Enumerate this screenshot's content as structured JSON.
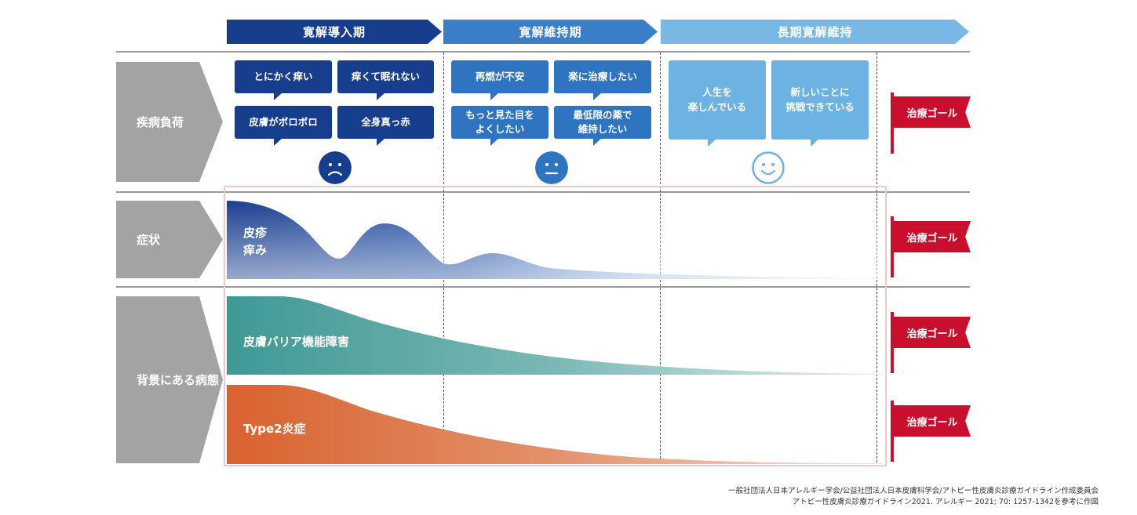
{
  "phases": [
    {
      "label": "寛解導入期",
      "color": "#173e8c"
    },
    {
      "label": "寛解維持期",
      "color": "#3a7fc8"
    },
    {
      "label": "長期寛解維持",
      "color": "#79b8e4"
    }
  ],
  "rows": {
    "burden": "疾病負荷",
    "symptoms": "症状",
    "background": "背景にある病態"
  },
  "bubbles": {
    "phase1": [
      "とにかく痒い",
      "痒くて眠れない",
      "皮膚がボロボロ",
      "全身真っ赤"
    ],
    "phase2": [
      "再燃が不安",
      "楽に治療したい",
      "もっと見た目を\nよくしたい",
      "最低限の薬で\n維持したい"
    ],
    "phase3": [
      "人生を\n楽しんでいる",
      "新しいことに\n挑戦できている"
    ]
  },
  "faces": [
    "sad-face-icon",
    "neutral-face-icon",
    "smile-face-icon"
  ],
  "areas": {
    "symptoms": "皮疹\n痒み",
    "barrier": "皮膚バリア機能障害",
    "type2": "Type2炎症"
  },
  "goal_label": "治療ゴール",
  "citation": {
    "line1": "一般社団法人日本アレルギー学会/公益社団法人日本皮膚科学会/アトピー性皮膚炎診療ガイドライン作成委員会",
    "line2": "アトピー性皮膚炎診療ガイドライン2021. アレルギー 2021; 70: 1257-1342を参考に作図"
  },
  "colors": {
    "dark_blue": "#173e8c",
    "mid_blue": "#2f74c0",
    "light_blue": "#6cb2e2",
    "teal": "#4f9e9a",
    "orange": "#d9683a",
    "goal_red": "#c8102e"
  }
}
